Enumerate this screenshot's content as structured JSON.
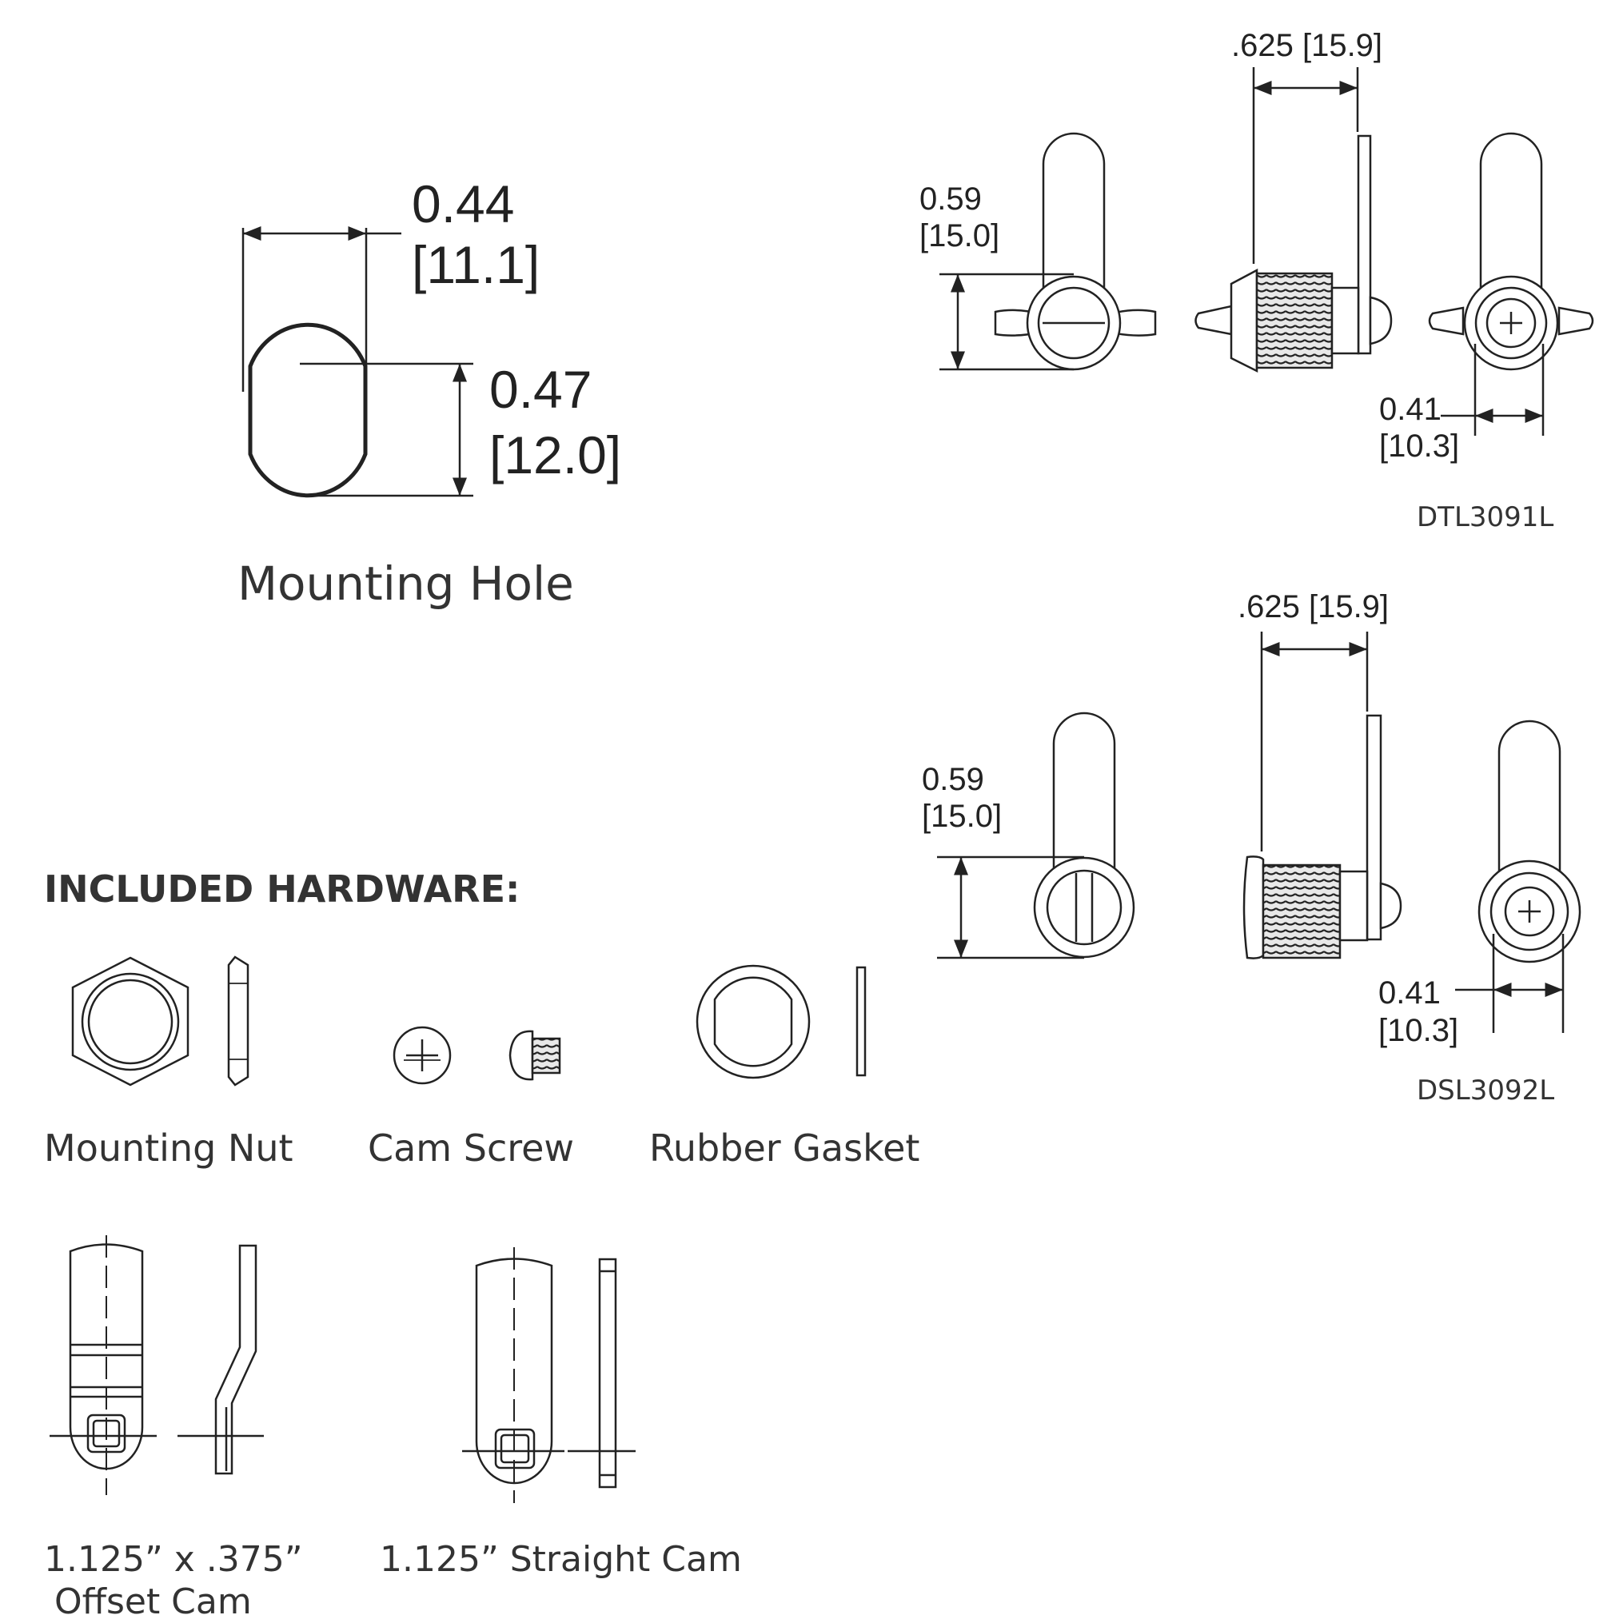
{
  "mounting_hole": {
    "caption": "Mounting Hole",
    "width_in": "0.44",
    "width_mm": "[11.1]",
    "height_in": "0.47",
    "height_mm": "[12.0]"
  },
  "dtl3091l": {
    "model": "DTL3091L",
    "top_dim": ".625 [15.9]",
    "left_dim_in": "0.59",
    "left_dim_mm": "[15.0]",
    "right_dim_in": "0.41",
    "right_dim_mm": "[10.3]"
  },
  "dsl3092l": {
    "model": "DSL3092L",
    "top_dim": ".625 [15.9]",
    "left_dim_in": "0.59",
    "left_dim_mm": "[15.0]",
    "right_dim_in": "0.41",
    "right_dim_mm": "[10.3]"
  },
  "hardware": {
    "heading": "INCLUDED HARDWARE:",
    "mounting_nut": "Mounting Nut",
    "cam_screw": "Cam Screw",
    "rubber_gasket": "Rubber Gasket",
    "offset_cam_line1": "1.125” x .375”",
    "offset_cam_line2": "Offset Cam",
    "straight_cam": "1.125” Straight Cam"
  }
}
